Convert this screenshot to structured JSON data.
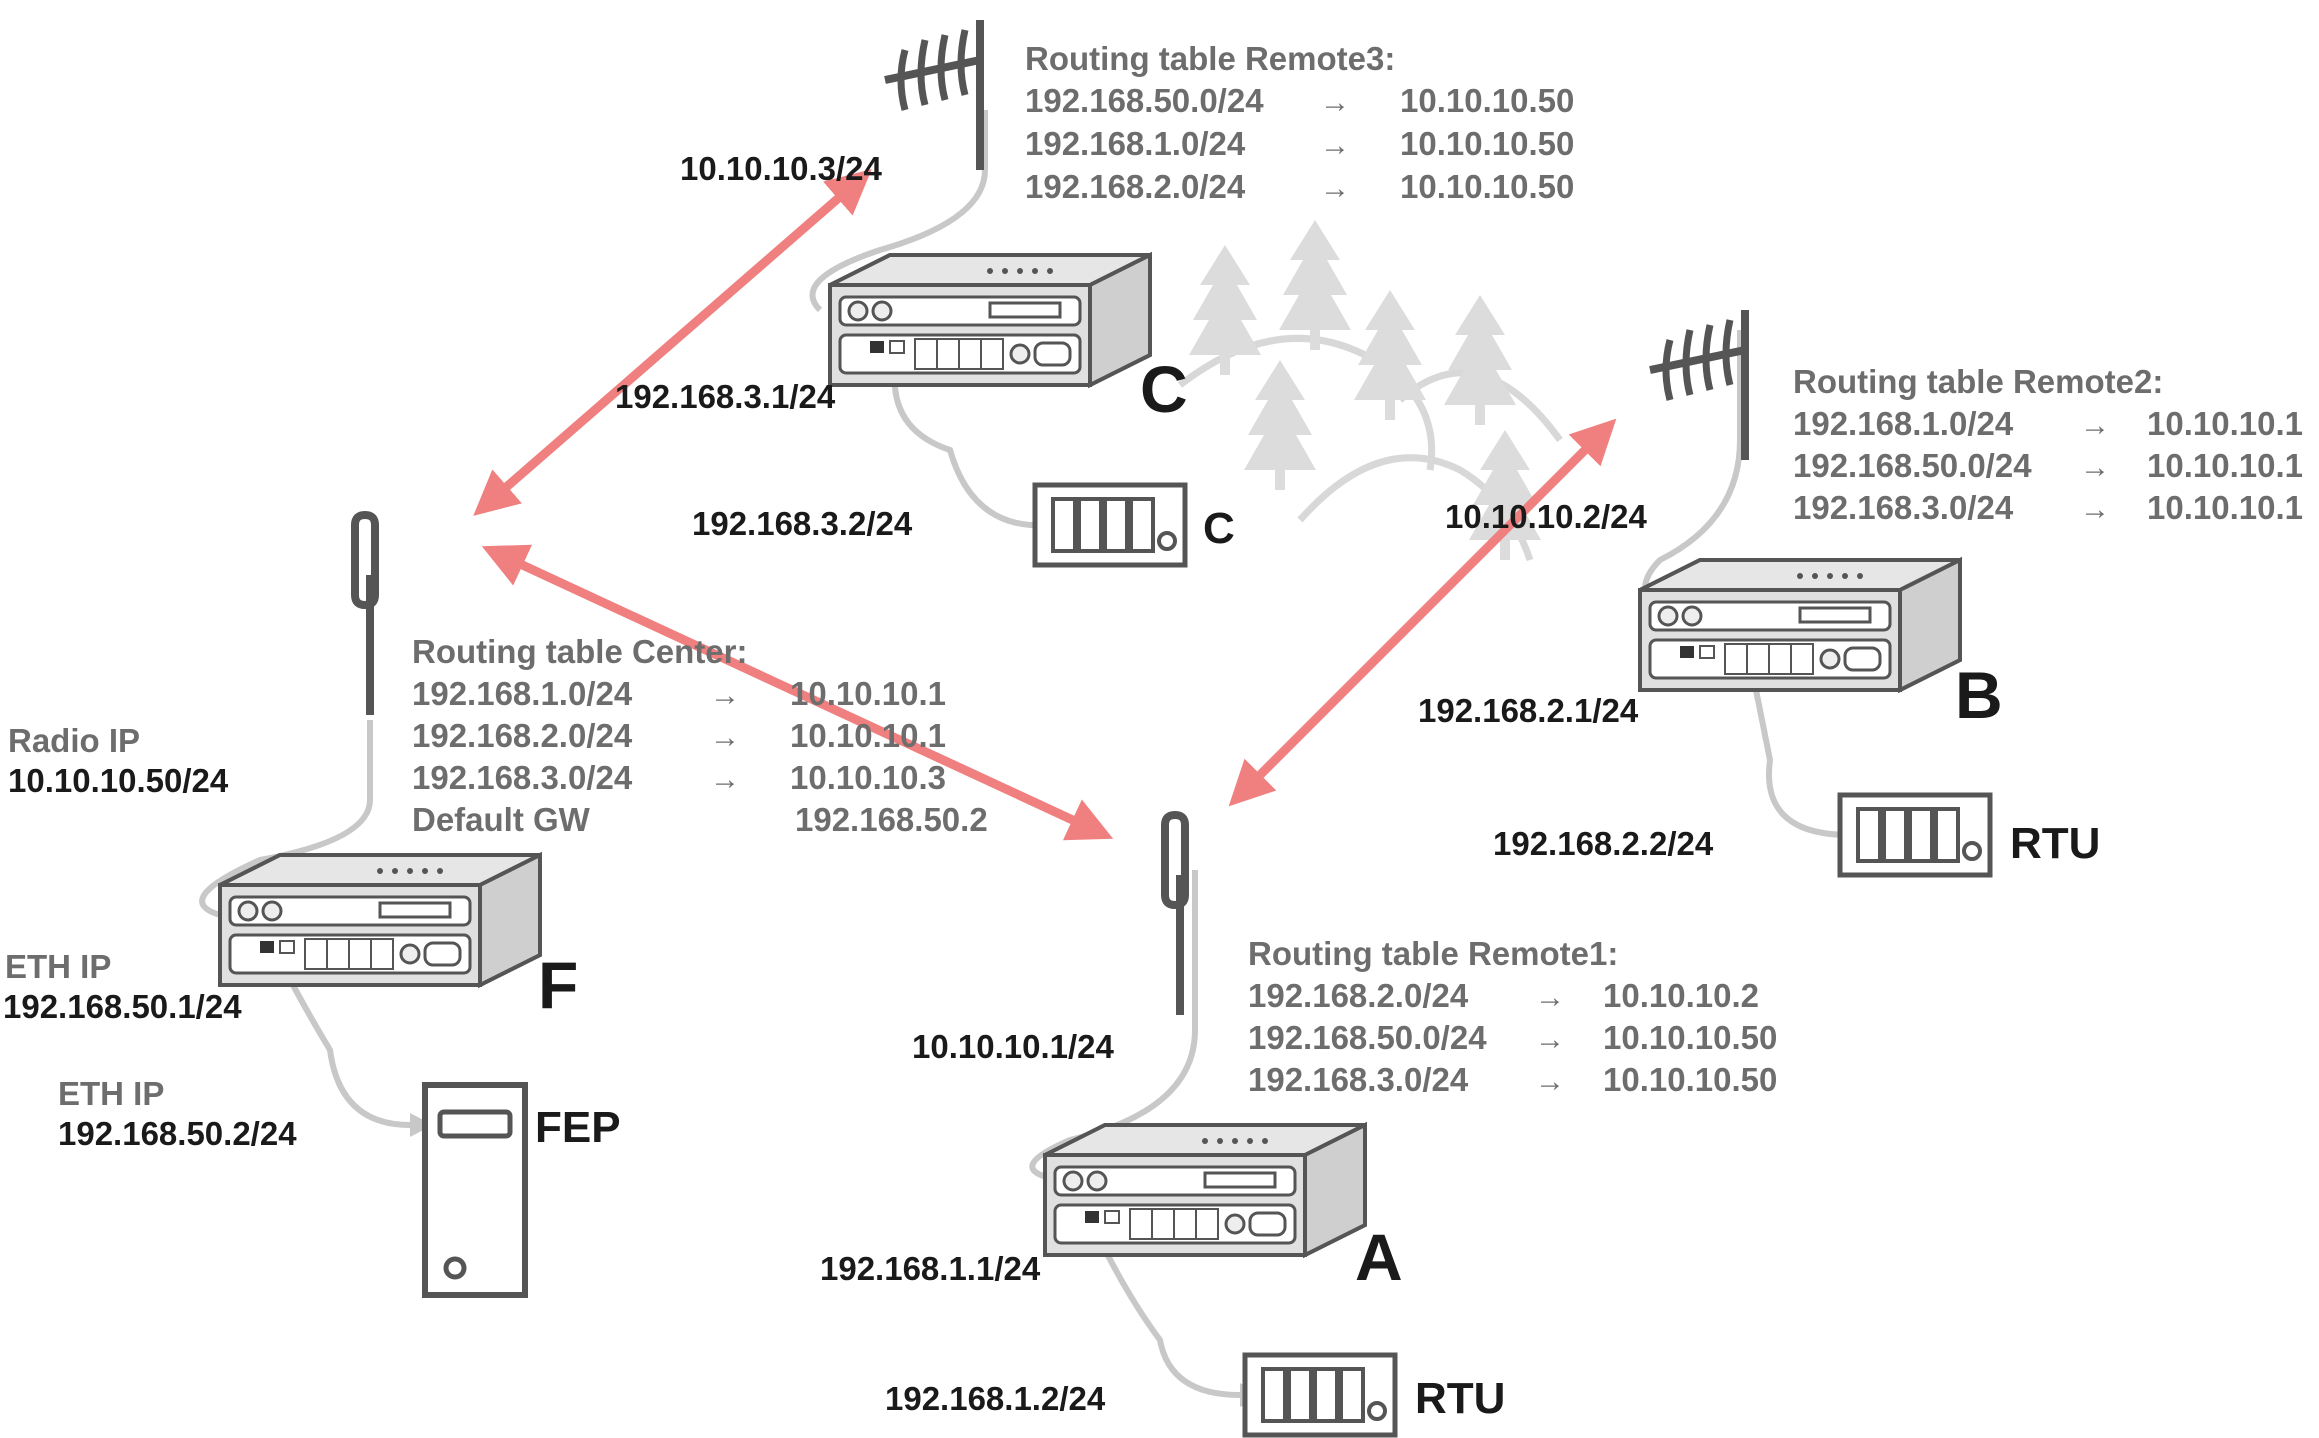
{
  "center": {
    "label": "F",
    "radio_ip_label": "Radio IP",
    "radio_ip": "10.10.10.50/24",
    "eth_ip_label": "ETH IP",
    "eth_ip": "192.168.50.1/24",
    "table_title": "Routing table Center:",
    "routes": [
      {
        "net": "192.168.1.0/24",
        "gw": "10.10.10.1"
      },
      {
        "net": "192.168.2.0/24",
        "gw": "10.10.10.1"
      },
      {
        "net": "192.168.3.0/24",
        "gw": "10.10.10.3"
      }
    ],
    "default_gw_label": "Default GW",
    "default_gw": "192.168.50.2"
  },
  "fep": {
    "eth_ip_label": "ETH IP",
    "eth_ip": "192.168.50.2/24",
    "label": "FEP"
  },
  "remote1": {
    "label": "A",
    "radio_ip": "10.10.10.1/24",
    "eth_ip": "192.168.1.1/24",
    "device_ip": "192.168.1.2/24",
    "device_label": "RTU",
    "table_title": "Routing table Remote1:",
    "routes": [
      {
        "net": "192.168.2.0/24",
        "gw": "10.10.10.2"
      },
      {
        "net": "192.168.50.0/24",
        "gw": "10.10.10.50"
      },
      {
        "net": "192.168.3.0/24",
        "gw": "10.10.10.50"
      }
    ]
  },
  "remote2": {
    "label": "B",
    "radio_ip": "10.10.10.2/24",
    "eth_ip": "192.168.2.1/24",
    "device_ip": "192.168.2.2/24",
    "device_label": "RTU",
    "table_title": "Routing table Remote2:",
    "routes": [
      {
        "net": "192.168.1.0/24",
        "gw": "10.10.10.1"
      },
      {
        "net": "192.168.50.0/24",
        "gw": "10.10.10.1"
      },
      {
        "net": "192.168.3.0/24",
        "gw": "10.10.10.1"
      }
    ]
  },
  "remote3": {
    "label": "C",
    "radio_ip": "10.10.10.3/24",
    "eth_ip": "192.168.3.1/24",
    "device_ip": "192.168.3.2/24",
    "device_label": "C",
    "table_title": "Routing table Remote3:",
    "routes": [
      {
        "net": "192.168.50.0/24",
        "gw": "10.10.10.50"
      },
      {
        "net": "192.168.1.0/24",
        "gw": "10.10.10.50"
      },
      {
        "net": "192.168.2.0/24",
        "gw": "10.10.10.50"
      }
    ]
  },
  "arrow_glyph": "→",
  "colors": {
    "radio_link": "#f08080",
    "cable": "#c8c8c8",
    "device_stroke": "#555555",
    "route_text": "#6d6d6d",
    "label_text": "#1a1a1a",
    "trees": "#d8d8d8"
  }
}
